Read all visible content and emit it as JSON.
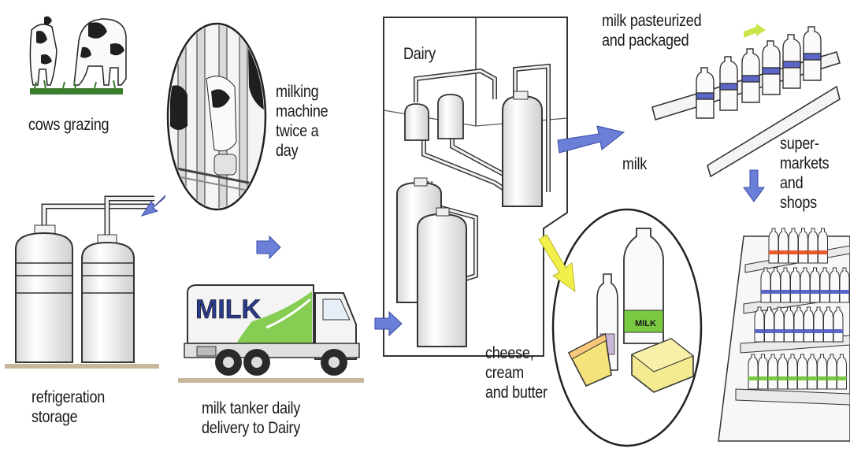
{
  "labels": {
    "cows_grazing": "cows grazing",
    "milking_machine": "milking\nmachine\ntwice a\nday",
    "refrigeration": "refrigeration\nstorage",
    "tanker": "milk tanker daily\ndelivery to Dairy",
    "dairy": "Dairy",
    "milk": "milk",
    "pasteurized": "milk pasteurized\nand packaged",
    "supermarkets": "super-\nmarkets\nand shops",
    "cheese": "cheese,\ncream\nand butter",
    "truck_text": "MILK",
    "jug_text": "MILK"
  },
  "colors": {
    "arrow": "#6b7fd8",
    "yellow_arrow": "#f2ef4a",
    "green_label": "#7ac943",
    "ground": "#c9b79b",
    "grass": "#3a7d2e",
    "metal": "#f2f2f2",
    "ink": "#2a2a2a"
  }
}
